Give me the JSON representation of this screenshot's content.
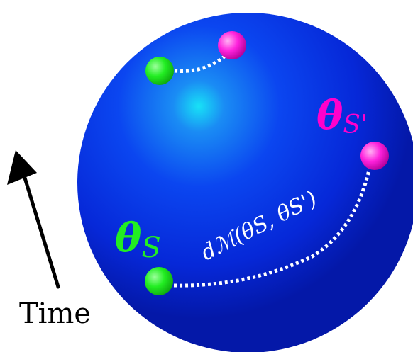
{
  "labels": {
    "theta_s_symbol": "θ",
    "theta_s_sub": "S",
    "theta_sprime_symbol": "θ",
    "theta_sprime_sub": "S'",
    "distance_label": "dℳ(θS, θS')",
    "time_label": "Time"
  },
  "colors": {
    "sphere_center": "#16d4f2",
    "sphere_mid": "#0a3cf2",
    "sphere_edge": "#0418b0",
    "green_point": "#22ee22",
    "magenta_point": "#ff22dd",
    "geodesic": "#ffffff",
    "arrow": "#000000"
  }
}
